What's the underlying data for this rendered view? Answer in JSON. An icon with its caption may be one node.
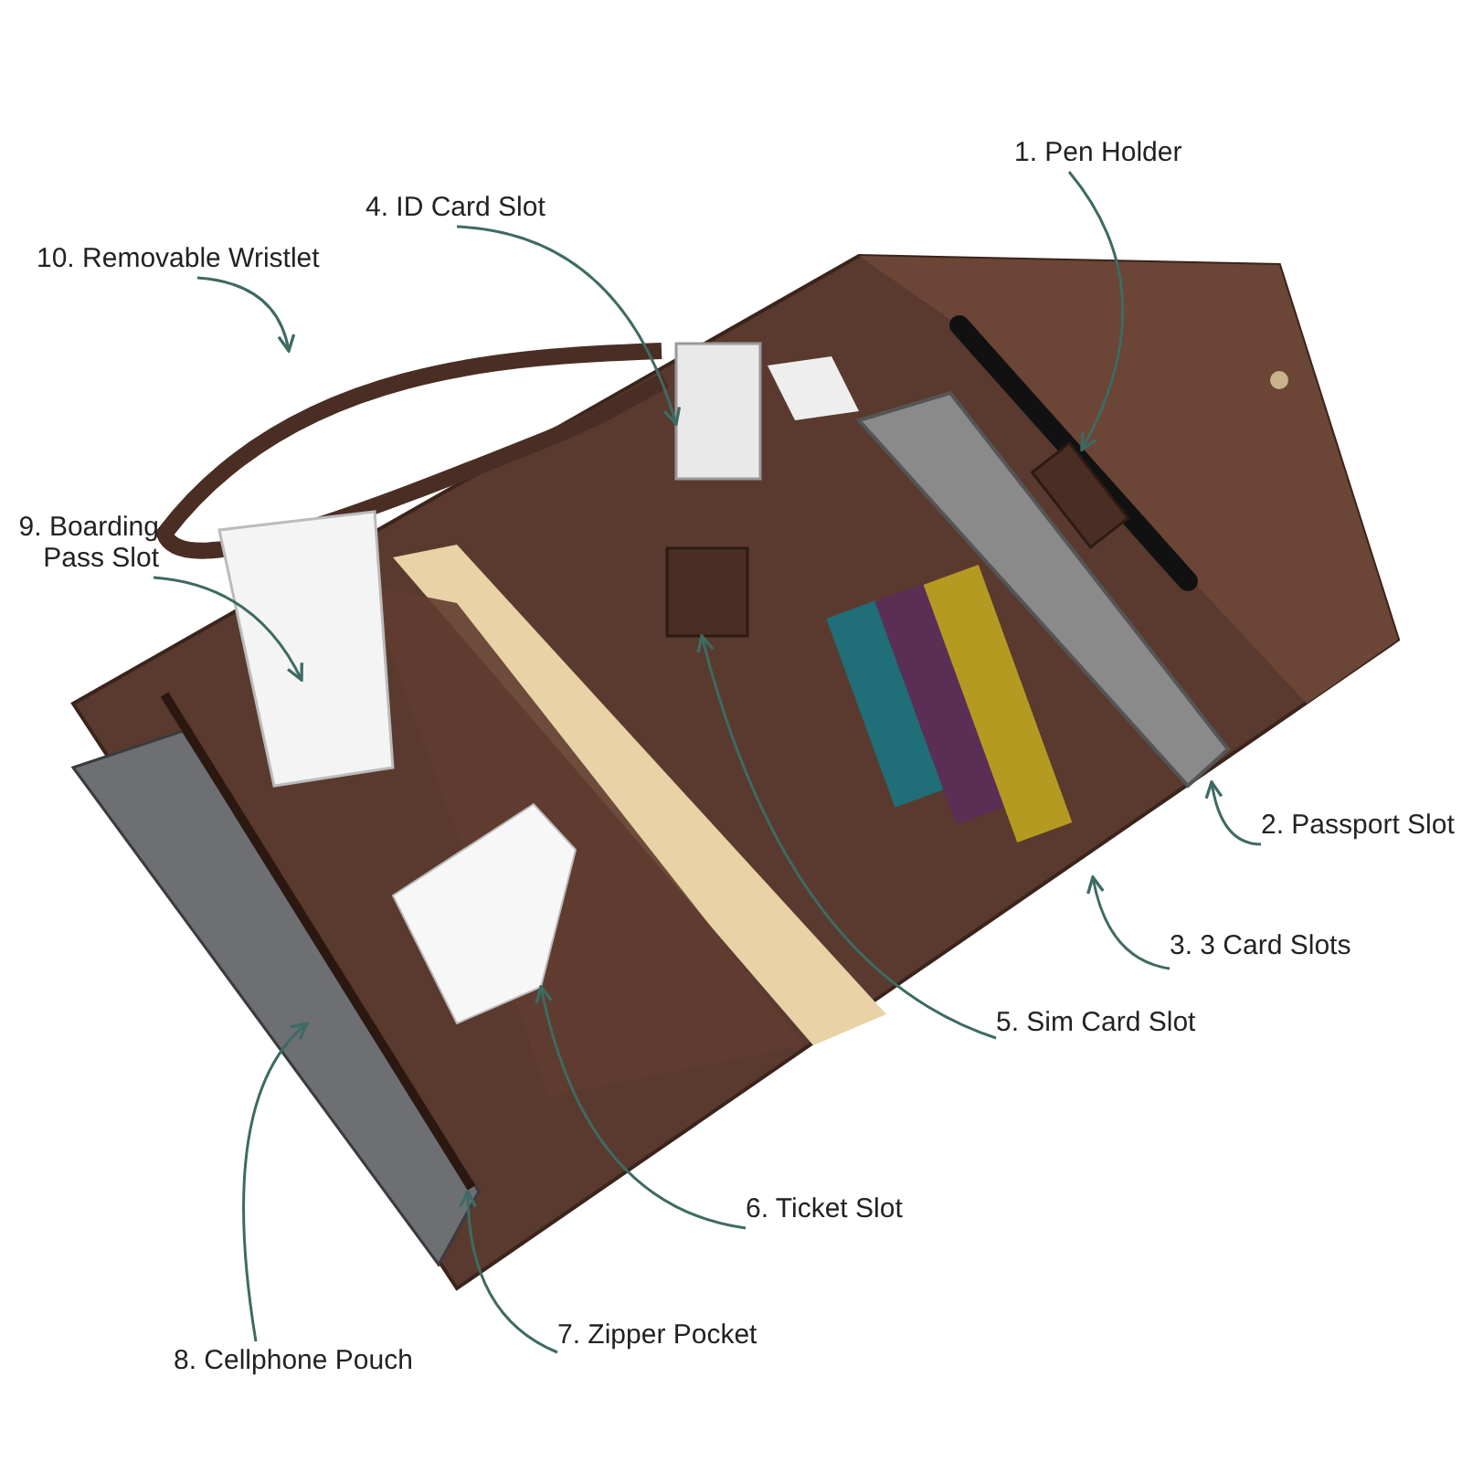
{
  "diagram": {
    "nodes": [
      {
        "text": [
          "1. Pen Holder"
        ]
      },
      {
        "text": [
          "4. ID Card Slot"
        ]
      },
      {
        "text": [
          "10. Removable Wristlet"
        ]
      },
      {
        "text": [
          "9. Boarding Pass Slot"
        ]
      },
      {
        "text": [
          "2. Passport Slot"
        ]
      },
      {
        "text": [
          "3. 3 Card Slots"
        ]
      },
      {
        "text": [
          "5. Sim Card Slot"
        ]
      },
      {
        "text": [
          "6. Ticket Slot"
        ]
      },
      {
        "text": [
          "7. Zipper Pocket"
        ]
      },
      {
        "text": [
          "8. Cellphone Pouch"
        ]
      },
      {
        "text": [],
        "shape": "box"
      },
      {
        "text": [],
        "shape": "box"
      },
      {
        "text": [],
        "shape": "picture"
      },
      {
        "text": [],
        "shape": "box"
      },
      {
        "text": [],
        "shape": "bar"
      },
      {
        "text": [],
        "shape": "box"
      },
      {
        "text": [],
        "shape": "box"
      },
      {
        "text": [],
        "shape": "picture"
      },
      {
        "text": [],
        "shape": "bar"
      },
      {
        "text": [],
        "shape": "box"
      }
    ],
    "edges": [
      {
        "from": 0,
        "to": 10,
        "arrow": "to"
      },
      {
        "from": 1,
        "to": 11,
        "arrow": "to"
      },
      {
        "from": 2,
        "to": 12,
        "arrow": "to"
      },
      {
        "from": 3,
        "to": 13,
        "arrow": "to"
      },
      {
        "from": 4,
        "to": 14,
        "arrow": "to"
      },
      {
        "from": 5,
        "to": 15,
        "arrow": "to"
      },
      {
        "from": 6,
        "to": 16,
        "arrow": "to"
      },
      {
        "from": 7,
        "to": 17,
        "arrow": "to"
      },
      {
        "from": 8,
        "to": 18,
        "arrow": "to"
      },
      {
        "from": 9,
        "to": 19,
        "arrow": "to"
      }
    ]
  }
}
